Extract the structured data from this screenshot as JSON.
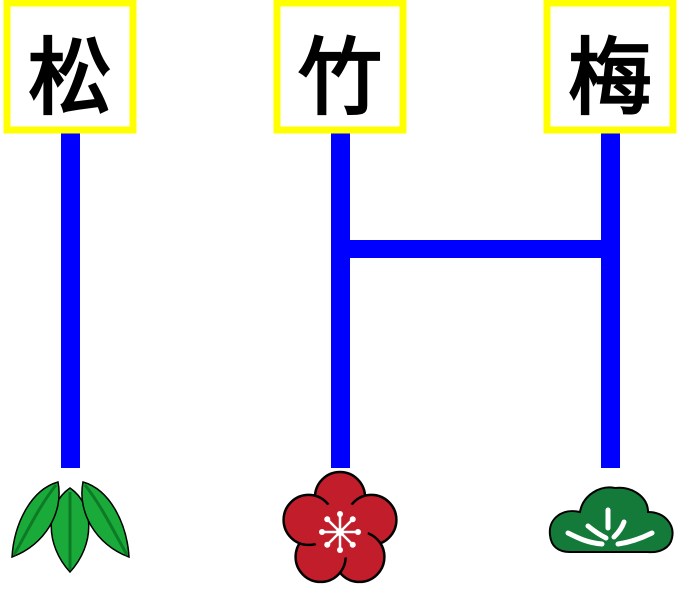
{
  "colors": {
    "line": "#0000ff",
    "box_border": "#ffff00",
    "box_fill": "#ffffff",
    "text": "#000000",
    "bamboo": "#1aaa3a",
    "bamboo_dark": "#0d7a26",
    "plum": "#c21d2a",
    "pine": "#147a3a"
  },
  "labels": [
    {
      "text": "松",
      "icon": "bamboo-leaves-icon"
    },
    {
      "text": "竹",
      "icon": "plum-blossom-icon"
    },
    {
      "text": "梅",
      "icon": "pine-tree-icon"
    }
  ],
  "rungs": [
    {
      "from": 1,
      "to": 2
    }
  ]
}
